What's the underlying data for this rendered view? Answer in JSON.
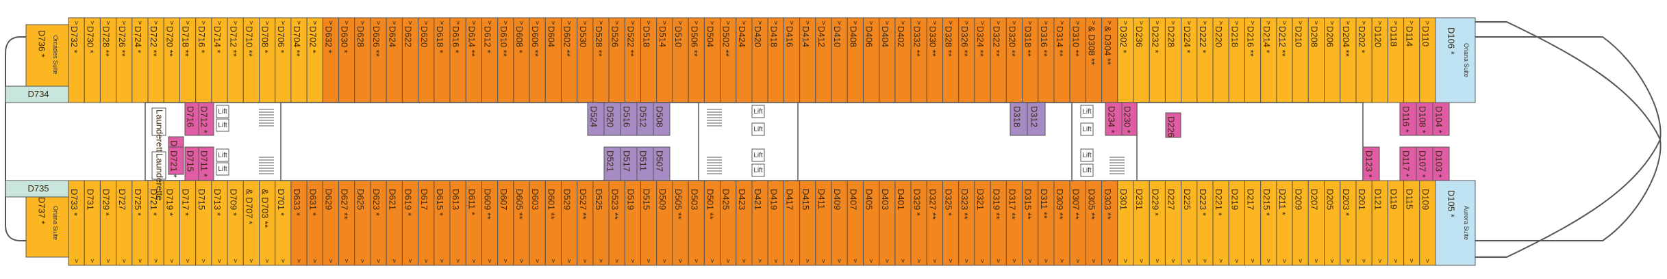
{
  "colors": {
    "orange": "#f2861f",
    "yellow": "#fbb621",
    "pink": "#e05ca5",
    "purple": "#a78bc4",
    "blue": "#bfe3f2",
    "teal": "#c9e6de",
    "outline": "#555555"
  },
  "top_row": [
    {
      "id": "D732",
      "c": "yellow",
      "v": "*"
    },
    {
      "id": "D730",
      "c": "yellow",
      "v": "*"
    },
    {
      "id": "D728",
      "c": "yellow",
      "v": "**"
    },
    {
      "id": "D726",
      "c": "yellow",
      "v": "**"
    },
    {
      "id": "D724",
      "c": "yellow",
      "v": "*"
    },
    {
      "id": "D722",
      "c": "yellow",
      "v": "**"
    },
    {
      "id": "D720",
      "c": "yellow",
      "v": "**"
    },
    {
      "id": "D718",
      "c": "yellow",
      "v": "**"
    },
    {
      "id": "D716",
      "c": "yellow",
      "v": "*"
    },
    {
      "id": "D714",
      "c": "yellow",
      "v": "*"
    },
    {
      "id": "D712",
      "c": "yellow",
      "v": "**"
    },
    {
      "id": "D710",
      "c": "yellow",
      "v": "**"
    },
    {
      "id": "D708",
      "c": "yellow",
      "v": "*"
    },
    {
      "id": "D706",
      "c": "yellow",
      "v": "*"
    },
    {
      "id": "D704",
      "c": "yellow",
      "v": "**"
    },
    {
      "id": "D702",
      "c": "yellow",
      "v": "*"
    },
    {
      "id": "D632",
      "c": "orange",
      "v": "*"
    },
    {
      "id": "D630",
      "c": "orange",
      "v": "*"
    },
    {
      "id": "D628",
      "c": "orange",
      "v": ""
    },
    {
      "id": "D626",
      "c": "orange",
      "v": "**"
    },
    {
      "id": "D624",
      "c": "orange",
      "v": ""
    },
    {
      "id": "D622",
      "c": "orange",
      "v": ""
    },
    {
      "id": "D620",
      "c": "orange",
      "v": ""
    },
    {
      "id": "D618",
      "c": "orange",
      "v": "*"
    },
    {
      "id": "D616",
      "c": "orange",
      "v": "*"
    },
    {
      "id": "D614",
      "c": "orange",
      "v": "**"
    },
    {
      "id": "D612",
      "c": "orange",
      "v": "*"
    },
    {
      "id": "D610",
      "c": "orange",
      "v": "**"
    },
    {
      "id": "D608",
      "c": "orange",
      "v": "*"
    },
    {
      "id": "D606",
      "c": "orange",
      "v": "**"
    },
    {
      "id": "D604",
      "c": "orange",
      "v": ""
    },
    {
      "id": "D602",
      "c": "orange",
      "v": "**"
    },
    {
      "id": "D530",
      "c": "orange",
      "v": ""
    },
    {
      "id": "D528",
      "c": "orange",
      "v": "**"
    },
    {
      "id": "D526",
      "c": "orange",
      "v": ""
    },
    {
      "id": "D522",
      "c": "orange",
      "v": "**"
    },
    {
      "id": "D518",
      "c": "orange",
      "v": ""
    },
    {
      "id": "D514",
      "c": "orange",
      "v": ""
    },
    {
      "id": "D510",
      "c": "orange",
      "v": ""
    },
    {
      "id": "D506",
      "c": "orange",
      "v": "**"
    },
    {
      "id": "D504",
      "c": "orange",
      "v": ""
    },
    {
      "id": "D502",
      "c": "orange",
      "v": "**"
    },
    {
      "id": "D424",
      "c": "orange",
      "v": ""
    },
    {
      "id": "D420",
      "c": "orange",
      "v": ""
    },
    {
      "id": "D418",
      "c": "orange",
      "v": ""
    },
    {
      "id": "D416",
      "c": "orange",
      "v": ""
    },
    {
      "id": "D414",
      "c": "orange",
      "v": ""
    },
    {
      "id": "D412",
      "c": "orange",
      "v": ""
    },
    {
      "id": "D410",
      "c": "orange",
      "v": ""
    },
    {
      "id": "D408",
      "c": "orange",
      "v": ""
    },
    {
      "id": "D406",
      "c": "orange",
      "v": ""
    },
    {
      "id": "D404",
      "c": "orange",
      "v": ""
    },
    {
      "id": "D402",
      "c": "orange",
      "v": ""
    },
    {
      "id": "D332",
      "c": "orange",
      "v": "**"
    },
    {
      "id": "D330",
      "c": "orange",
      "v": "**"
    },
    {
      "id": "D328",
      "c": "orange",
      "v": "**"
    },
    {
      "id": "D326",
      "c": "orange",
      "v": "**"
    },
    {
      "id": "D324",
      "c": "orange",
      "v": "**"
    },
    {
      "id": "D322",
      "c": "orange",
      "v": "**"
    },
    {
      "id": "D320",
      "c": "orange",
      "v": "**"
    },
    {
      "id": "D318",
      "c": "orange",
      "v": "**"
    },
    {
      "id": "D316",
      "c": "orange",
      "v": "**"
    },
    {
      "id": "D314",
      "c": "orange",
      "v": "**"
    },
    {
      "id": "D310",
      "c": "orange",
      "v": "**"
    },
    {
      "id": "& D308",
      "c": "orange",
      "v": "**"
    },
    {
      "id": "& D304",
      "c": "orange",
      "v": "**"
    },
    {
      "id": "D302",
      "c": "yellow",
      "v": "*"
    },
    {
      "id": "D236",
      "c": "yellow",
      "v": ""
    },
    {
      "id": "D232",
      "c": "yellow",
      "v": "*"
    },
    {
      "id": "D228",
      "c": "yellow",
      "v": ""
    },
    {
      "id": "D224",
      "c": "yellow",
      "v": "*"
    },
    {
      "id": "D222",
      "c": "yellow",
      "v": "*"
    },
    {
      "id": "D220",
      "c": "yellow",
      "v": ""
    },
    {
      "id": "D218",
      "c": "yellow",
      "v": ""
    },
    {
      "id": "D216",
      "c": "yellow",
      "v": "**"
    },
    {
      "id": "D214",
      "c": "yellow",
      "v": "*"
    },
    {
      "id": "D212",
      "c": "yellow",
      "v": "**"
    },
    {
      "id": "D210",
      "c": "yellow",
      "v": ""
    },
    {
      "id": "D208",
      "c": "yellow",
      "v": ""
    },
    {
      "id": "D206",
      "c": "yellow",
      "v": ""
    },
    {
      "id": "D204",
      "c": "yellow",
      "v": "**"
    },
    {
      "id": "D202",
      "c": "yellow",
      "v": "*"
    },
    {
      "id": "D120",
      "c": "yellow",
      "v": ""
    },
    {
      "id": "D118",
      "c": "yellow",
      "v": ""
    },
    {
      "id": "D114",
      "c": "yellow",
      "v": ""
    },
    {
      "id": "D110",
      "c": "yellow",
      "v": ""
    }
  ],
  "bottom_row": [
    {
      "id": "D733",
      "c": "yellow",
      "v": "*"
    },
    {
      "id": "D731",
      "c": "yellow",
      "v": ""
    },
    {
      "id": "D729",
      "c": "yellow",
      "v": "*"
    },
    {
      "id": "D727",
      "c": "yellow",
      "v": ""
    },
    {
      "id": "D725",
      "c": "yellow",
      "v": "*"
    },
    {
      "id": "D721",
      "c": "yellow",
      "v": "*"
    },
    {
      "id": "D719",
      "c": "yellow",
      "v": "*"
    },
    {
      "id": "D717",
      "c": "yellow",
      "v": "*"
    },
    {
      "id": "D715",
      "c": "yellow",
      "v": ""
    },
    {
      "id": "D713",
      "c": "yellow",
      "v": "*"
    },
    {
      "id": "D709",
      "c": "yellow",
      "v": "*"
    },
    {
      "id": "& D707",
      "c": "yellow",
      "v": "*"
    },
    {
      "id": "& D703",
      "c": "yellow",
      "v": "**"
    },
    {
      "id": "D701",
      "c": "yellow",
      "v": "*"
    },
    {
      "id": "D633",
      "c": "orange",
      "v": "*"
    },
    {
      "id": "D631",
      "c": "orange",
      "v": "*"
    },
    {
      "id": "D629",
      "c": "orange",
      "v": ""
    },
    {
      "id": "D627",
      "c": "orange",
      "v": "**"
    },
    {
      "id": "D625",
      "c": "orange",
      "v": ""
    },
    {
      "id": "D623",
      "c": "orange",
      "v": "*"
    },
    {
      "id": "D621",
      "c": "orange",
      "v": ""
    },
    {
      "id": "D619",
      "c": "orange",
      "v": "*"
    },
    {
      "id": "D617",
      "c": "orange",
      "v": ""
    },
    {
      "id": "D615",
      "c": "orange",
      "v": "*"
    },
    {
      "id": "D613",
      "c": "orange",
      "v": ""
    },
    {
      "id": "D611",
      "c": "orange",
      "v": "*"
    },
    {
      "id": "D609",
      "c": "orange",
      "v": "**"
    },
    {
      "id": "D607",
      "c": "orange",
      "v": ""
    },
    {
      "id": "D605",
      "c": "orange",
      "v": "**"
    },
    {
      "id": "D603",
      "c": "orange",
      "v": ""
    },
    {
      "id": "D601",
      "c": "orange",
      "v": "**"
    },
    {
      "id": "D529",
      "c": "orange",
      "v": ""
    },
    {
      "id": "D527",
      "c": "orange",
      "v": "**"
    },
    {
      "id": "D525",
      "c": "orange",
      "v": ""
    },
    {
      "id": "D523",
      "c": "orange",
      "v": "**"
    },
    {
      "id": "D519",
      "c": "orange",
      "v": ""
    },
    {
      "id": "D515",
      "c": "orange",
      "v": ""
    },
    {
      "id": "D509",
      "c": "orange",
      "v": ""
    },
    {
      "id": "D505",
      "c": "orange",
      "v": "**"
    },
    {
      "id": "D503",
      "c": "orange",
      "v": ""
    },
    {
      "id": "D501",
      "c": "orange",
      "v": "**"
    },
    {
      "id": "D425",
      "c": "orange",
      "v": ""
    },
    {
      "id": "D423",
      "c": "orange",
      "v": ""
    },
    {
      "id": "D421",
      "c": "orange",
      "v": ""
    },
    {
      "id": "D419",
      "c": "orange",
      "v": ""
    },
    {
      "id": "D417",
      "c": "orange",
      "v": ""
    },
    {
      "id": "D415",
      "c": "orange",
      "v": ""
    },
    {
      "id": "D411",
      "c": "orange",
      "v": ""
    },
    {
      "id": "D409",
      "c": "orange",
      "v": ""
    },
    {
      "id": "D407",
      "c": "orange",
      "v": ""
    },
    {
      "id": "D405",
      "c": "orange",
      "v": ""
    },
    {
      "id": "D403",
      "c": "orange",
      "v": ""
    },
    {
      "id": "D401",
      "c": "orange",
      "v": ""
    },
    {
      "id": "D329",
      "c": "orange",
      "v": "*"
    },
    {
      "id": "D327",
      "c": "orange",
      "v": "**"
    },
    {
      "id": "D325",
      "c": "orange",
      "v": "*"
    },
    {
      "id": "D323",
      "c": "orange",
      "v": "**"
    },
    {
      "id": "D321",
      "c": "orange",
      "v": ""
    },
    {
      "id": "D319",
      "c": "orange",
      "v": "**"
    },
    {
      "id": "D317",
      "c": "orange",
      "v": "**"
    },
    {
      "id": "D315",
      "c": "orange",
      "v": "**"
    },
    {
      "id": "D311",
      "c": "orange",
      "v": "**"
    },
    {
      "id": "D309",
      "c": "orange",
      "v": "**"
    },
    {
      "id": "D307",
      "c": "orange",
      "v": "**"
    },
    {
      "id": "D305",
      "c": "orange",
      "v": "**"
    },
    {
      "id": "D303",
      "c": "orange",
      "v": "**"
    },
    {
      "id": "D301",
      "c": "yellow",
      "v": ""
    },
    {
      "id": "D231",
      "c": "yellow",
      "v": ""
    },
    {
      "id": "D229",
      "c": "yellow",
      "v": "*"
    },
    {
      "id": "D227",
      "c": "yellow",
      "v": ""
    },
    {
      "id": "D225",
      "c": "yellow",
      "v": ""
    },
    {
      "id": "D223",
      "c": "yellow",
      "v": "*"
    },
    {
      "id": "D221",
      "c": "yellow",
      "v": "*"
    },
    {
      "id": "D219",
      "c": "yellow",
      "v": ""
    },
    {
      "id": "D217",
      "c": "yellow",
      "v": ""
    },
    {
      "id": "D215",
      "c": "yellow",
      "v": "*"
    },
    {
      "id": "D211",
      "c": "yellow",
      "v": "*"
    },
    {
      "id": "D209",
      "c": "yellow",
      "v": ""
    },
    {
      "id": "D207",
      "c": "yellow",
      "v": ""
    },
    {
      "id": "D205",
      "c": "yellow",
      "v": ""
    },
    {
      "id": "D203",
      "c": "yellow",
      "v": "*"
    },
    {
      "id": "D201",
      "c": "yellow",
      "v": ""
    },
    {
      "id": "D121",
      "c": "yellow",
      "v": ""
    },
    {
      "id": "D119",
      "c": "yellow",
      "v": ""
    },
    {
      "id": "D115",
      "c": "yellow",
      "v": ""
    },
    {
      "id": "D109",
      "c": "yellow",
      "v": ""
    }
  ],
  "inner_cabins": [
    {
      "id": "D716",
      "c": "pink",
      "v": ""
    },
    {
      "id": "D712",
      "c": "pink",
      "v": "*"
    },
    {
      "id": "D720",
      "c": "pink",
      "v": "*"
    },
    {
      "id": "D715",
      "c": "pink",
      "v": ""
    },
    {
      "id": "D711",
      "c": "pink",
      "v": "*"
    },
    {
      "id": "D721",
      "c": "pink",
      "v": "*"
    },
    {
      "id": "D524",
      "c": "purple",
      "v": ""
    },
    {
      "id": "D520",
      "c": "purple",
      "v": ""
    },
    {
      "id": "D516",
      "c": "purple",
      "v": ""
    },
    {
      "id": "D512",
      "c": "purple",
      "v": ""
    },
    {
      "id": "D508",
      "c": "purple",
      "v": ""
    },
    {
      "id": "D521",
      "c": "purple",
      "v": ""
    },
    {
      "id": "D517",
      "c": "purple",
      "v": ""
    },
    {
      "id": "D511",
      "c": "purple",
      "v": ""
    },
    {
      "id": "D507",
      "c": "purple",
      "v": ""
    },
    {
      "id": "D318",
      "c": "purple",
      "v": ""
    },
    {
      "id": "D312",
      "c": "purple",
      "v": ""
    },
    {
      "id": "D234",
      "c": "pink",
      "v": "*"
    },
    {
      "id": "D230",
      "c": "pink",
      "v": "*"
    },
    {
      "id": "D226",
      "c": "pink",
      "v": ""
    },
    {
      "id": "D123",
      "c": "pink",
      "v": "*"
    },
    {
      "id": "D116",
      "c": "pink",
      "v": "*"
    },
    {
      "id": "D108",
      "c": "pink",
      "v": "*"
    },
    {
      "id": "D104",
      "c": "pink",
      "v": "*"
    },
    {
      "id": "D117",
      "c": "pink",
      "v": "*"
    },
    {
      "id": "D107",
      "c": "pink",
      "v": "*"
    },
    {
      "id": "D103",
      "c": "pink",
      "v": "*"
    }
  ],
  "suites": [
    {
      "id": "D736",
      "name": "Orcades Suite",
      "v": "*"
    },
    {
      "id": "D737",
      "name": "Oriana Suite",
      "v": "*"
    },
    {
      "id": "D106",
      "name": "Oriana Suite",
      "v": "*"
    },
    {
      "id": "D105",
      "name": "Aurora Suite",
      "v": "*"
    }
  ],
  "stern_cabins": [
    {
      "id": "D734"
    },
    {
      "id": "D735"
    }
  ],
  "facilities": {
    "launderette": "Launderette",
    "lift": "Lift"
  }
}
